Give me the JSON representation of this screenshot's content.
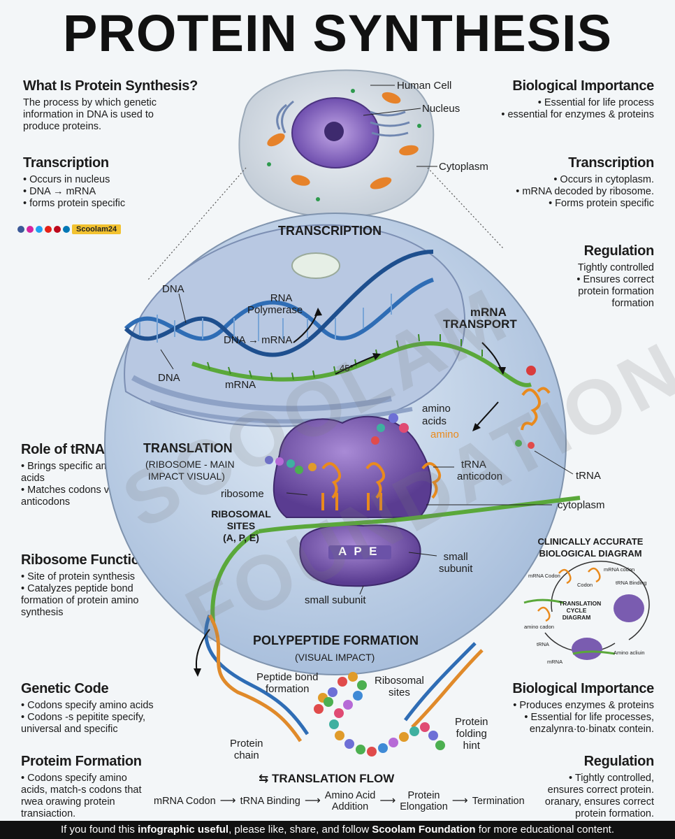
{
  "title": "PROTEIN SYNTHESIS",
  "left": {
    "what": {
      "heading": "What Is Protein Synthesis?",
      "text_lines": [
        "The process by which genetic",
        "information in DNA is used to",
        "produce proteins."
      ]
    },
    "transcription": {
      "heading": "Transcription",
      "items": [
        "Occurs in nucleus",
        "DNA → mRNA",
        "forms protein specific"
      ]
    },
    "social_tag": "Scoolam24",
    "trna": {
      "heading": "Role of tRNA",
      "items": [
        "Brings specific amino acids",
        "Matches codons via anticodons"
      ]
    },
    "ribosome": {
      "heading": "Ribosome Function",
      "items": [
        "Site of protein synthesis",
        "Catalyzes peptide bond formation of protein amino synthesis"
      ]
    },
    "genetic": {
      "heading": "Genetic Code",
      "items": [
        "Codons specify amino acids",
        "Codons -s pepitite specify, universal and specific"
      ]
    },
    "formation": {
      "heading": "Proteim Formation",
      "items": [
        "Codons specify amino acids, match-s codons that rwea orawing protein transiaction."
      ]
    }
  },
  "right": {
    "importance": {
      "heading": "Biological Importance",
      "items": [
        "Essential for life process",
        "essential for enzymes & proteins"
      ]
    },
    "transcription": {
      "heading": "Transcription",
      "items": [
        "Occurs in cytoplasm.",
        "mRNA decoded by ribosome.",
        "Forms protein specific"
      ]
    },
    "regulation": {
      "heading": "Regulation",
      "lines": [
        "Tightly controlled",
        "• Ensures correct",
        "protein formation",
        "formation"
      ]
    },
    "clinical": {
      "heading_line1": "CLINICALLY ACCURATE",
      "heading_line2": "BIOLOGICAL DIAGRAM",
      "cycle_title": [
        "TRANSLATION",
        "CYCLE",
        "DIAGRAM"
      ],
      "labels": [
        "mRNA Codon",
        "mRNA codon",
        "Codon",
        "tRNA Binding",
        "amino cadon",
        "tRNA",
        "mRNA",
        "Amino acliuin"
      ]
    },
    "importance2": {
      "heading": "Biological Importance",
      "items": [
        "Produces enzymes & proteins",
        "Essential for life processes, enzalynra·to·binatx contein."
      ]
    },
    "regulation2": {
      "heading": "Regulation",
      "items": [
        "Tightly controlled, ensures correct protein. oranary, ensures correct protein formation."
      ]
    }
  },
  "labels": {
    "human_cell": "Human Cell",
    "nucleus": "Nucleus",
    "cytoplasm_top": "Cytoplasm",
    "transcription": "TRANSCRIPTION",
    "dna1": "DNA",
    "dna2": "DNA",
    "rna_pol_1": "RNA",
    "rna_pol_2": "Polymerase",
    "dna_mrna": "DNA → mRNA",
    "mrna": "mRNA",
    "angle": "45°",
    "mrna_transport_1": "mRNA",
    "mrna_transport_2": "TRANSPORT",
    "translation": "TRANSLATION",
    "translation_sub1": "(RIBOSOME - MAIN",
    "translation_sub2": "IMPACT VISUAL)",
    "amino_1": "amino",
    "amino_2": "acids",
    "amino_3": "amino",
    "trna_anticodon_1": "tRNA",
    "trna_anticodon_2": "anticodon",
    "trna": "tRNA",
    "ribosome": "ribosome",
    "cytoplasm": "cytoplasm",
    "sites_1": "RIBOSOMAL",
    "sites_2": "SITES",
    "sites_3": "(A, P, E)",
    "site_letters": "A  P  E",
    "small_subunit_r1": "small",
    "small_subunit_r2": "subunit",
    "small_subunit": "small subunit",
    "poly_title": "POLYPEPTIDE FORMATION",
    "poly_sub": "(VISUAL IMPACT)",
    "peptide_1": "Peptide bond",
    "peptide_2": "formation",
    "ribo_sites_1": "Ribosomal",
    "ribo_sites_2": "sites",
    "protein_chain_1": "Protein",
    "protein_chain_2": "chain",
    "folding_1": "Protein",
    "folding_2": "folding",
    "folding_3": "hint"
  },
  "flow": {
    "title": "TRANSLATION FLOW",
    "steps": [
      [
        "mRNA Codon"
      ],
      [
        "tRNA Binding"
      ],
      [
        "Amino Acid",
        "Addition"
      ],
      [
        "Protein",
        "Elongation"
      ],
      [
        "Termination"
      ]
    ]
  },
  "watermark": [
    "SCOOLAM",
    "FOUNDATION"
  ],
  "footer": {
    "t1": "If you found this ",
    "b1": "infographic useful",
    "t2": ", please like, share, and follow ",
    "b2": "Scoolam Foundation",
    "t3": " for more educational content."
  },
  "colors": {
    "nucleus": "#b9cbe4",
    "ribosome": "#6a4c9c",
    "mrna": "#5aa83a",
    "dna": "#2f6db5",
    "trna": "#e98a1d"
  }
}
